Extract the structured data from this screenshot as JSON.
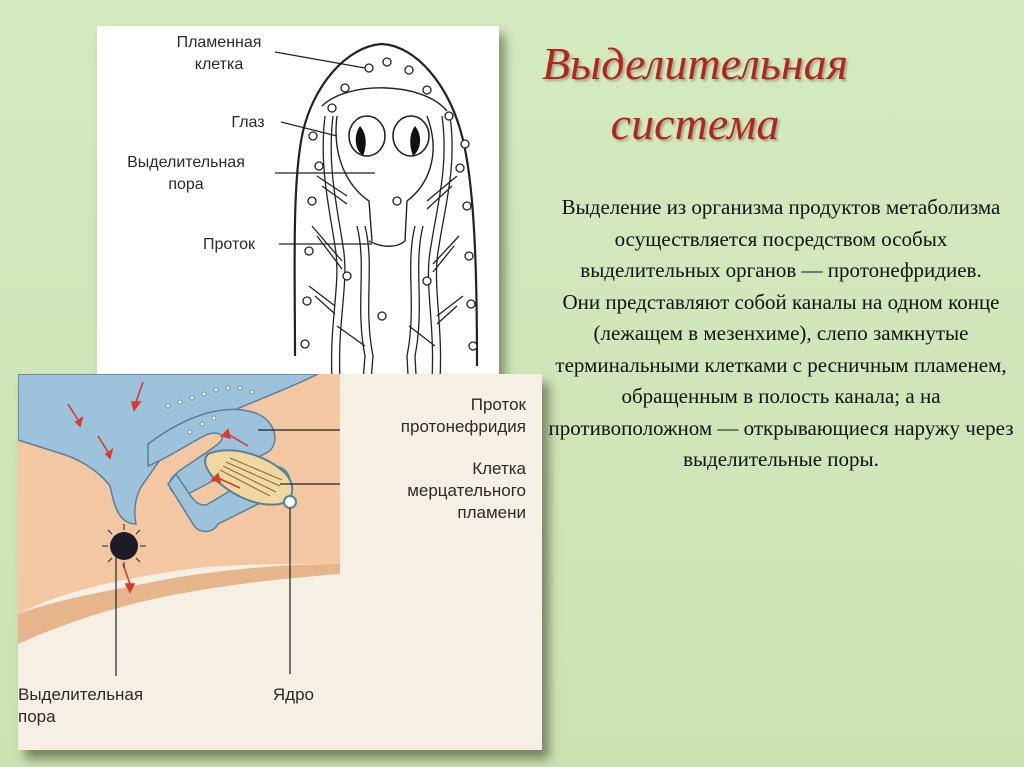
{
  "slide": {
    "title": "Выделительная система",
    "body": "Выделение из организма продуктов метаболизма осуществляется посредством особых выделительных органов — протонефридиев.\nОни представляют собой каналы на одном конце (лежащем в мезенхиме), слепо замкнутые терминальными клетками с ресничным пламенем, обращенным в полость канала; а на противоположном — открывающиеся наружу через выделительные поры."
  },
  "top_diagram": {
    "labels": {
      "flame_cell": "Пламенная\nклетка",
      "eye": "Глаз",
      "excretory_pore": "Выделительная\nпора",
      "duct": "Проток"
    }
  },
  "bottom_diagram": {
    "labels": {
      "protonephridium_duct": "Проток\nпротонефридия",
      "flame_cell": "Клетка\nмерцательного\nпламени",
      "excretory_pore": "Выделительная\nпора",
      "nucleus": "Ядро"
    }
  },
  "colors": {
    "title": "#b3261e",
    "background": "#cfe6b8",
    "duct_fill": "#9ec3dc",
    "tissue": "#f4c9a4"
  }
}
